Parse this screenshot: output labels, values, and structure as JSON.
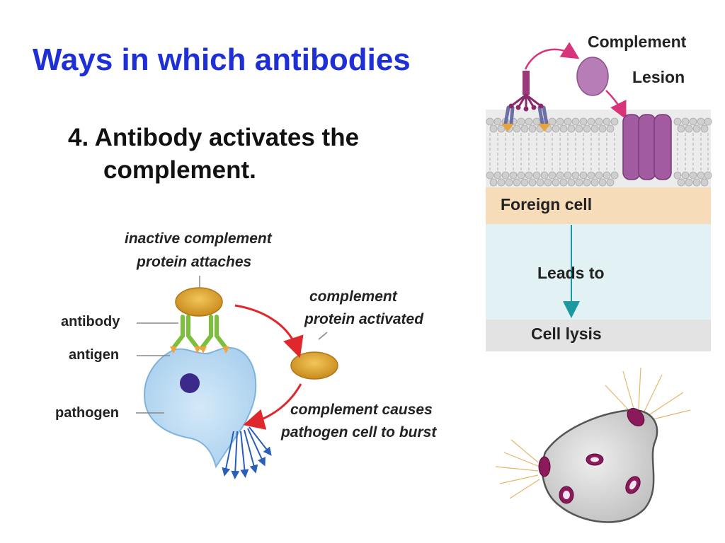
{
  "slide": {
    "title": "Ways in which antibodies",
    "point_number": "4.",
    "point_line1": "Antibody activates the",
    "point_line2": "complement."
  },
  "left_diagram": {
    "inactive_label_line1": "inactive complement",
    "inactive_label_line2": "protein attaches",
    "activated_label_line1": "complement",
    "activated_label_line2": "protein activated",
    "burst_label_line1": "complement causes",
    "burst_label_line2": "pathogen cell to burst",
    "antibody_label": "antibody",
    "antigen_label": "antigen",
    "pathogen_label": "pathogen"
  },
  "right_diagram": {
    "complement_label": "Complement",
    "lesion_label": "Lesion",
    "foreign_cell_label": "Foreign cell",
    "leads_to_label": "Leads to",
    "cell_lysis_label": "Cell lysis"
  },
  "colors": {
    "title": "#1f2fd6",
    "complement_protein": "#e0a42c",
    "antibody": "#7cbf3c",
    "pathogen": "#b9daf2",
    "arrow": "#e0282c",
    "lesion": "#a25aa0",
    "lysis_arrow": "#1a9aa0"
  }
}
